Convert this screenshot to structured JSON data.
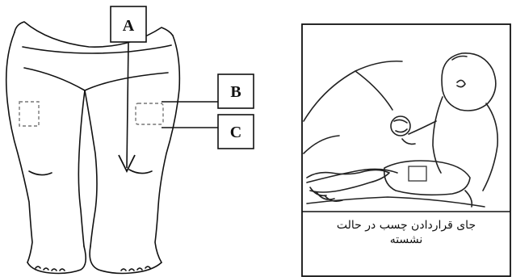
{
  "labels": {
    "a": "A",
    "b": "B",
    "c": "C"
  },
  "caption": {
    "line1": "جای قراردادن چسب در حالت",
    "line2": "نشسته"
  },
  "colors": {
    "stroke": "#111111",
    "dashed_marker": "#777777",
    "background": "#ffffff"
  }
}
